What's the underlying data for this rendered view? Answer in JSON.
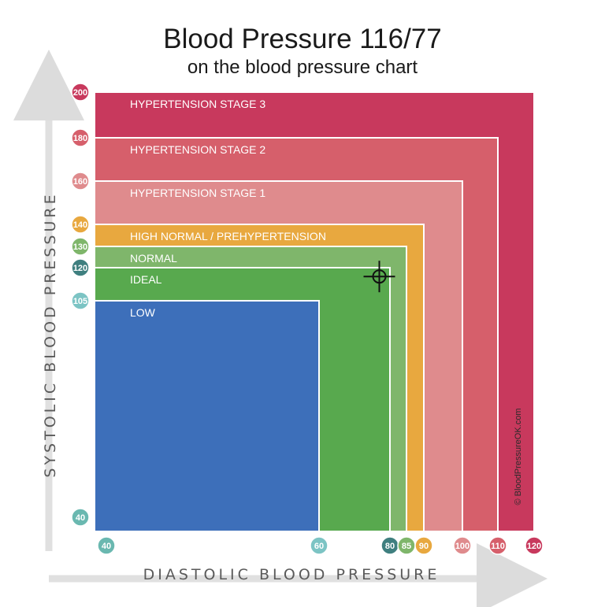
{
  "chart_data": {
    "type": "heatmap",
    "title": "Blood Pressure 116/77",
    "subtitle": "on the blood pressure chart",
    "xlabel": "DIASTOLIC BLOOD PRESSURE",
    "ylabel": "SYSTOLIC BLOOD PRESSURE",
    "credit": "© BloodPressureOK.com",
    "zones": [
      {
        "name": "HYPERTENSION STAGE 3",
        "systolic_max": 200,
        "diastolic_max": 120,
        "color": "#c8395d"
      },
      {
        "name": "HYPERTENSION STAGE 2",
        "systolic_max": 180,
        "diastolic_max": 110,
        "color": "#d65f6b"
      },
      {
        "name": "HYPERTENSION STAGE 1",
        "systolic_max": 160,
        "diastolic_max": 100,
        "color": "#df8b8d"
      },
      {
        "name": "HIGH NORMAL / PREHYPERTENSION",
        "systolic_max": 140,
        "diastolic_max": 90,
        "color": "#e8a83f"
      },
      {
        "name": "NORMAL",
        "systolic_max": 130,
        "diastolic_max": 85,
        "color": "#7fb66b"
      },
      {
        "name": "IDEAL",
        "systolic_max": 120,
        "diastolic_max": 80,
        "color": "#58a94e"
      },
      {
        "name": "LOW",
        "systolic_max": 105,
        "diastolic_max": 60,
        "color": "#3d6fba"
      }
    ],
    "y_ticks": [
      {
        "label": "200",
        "color": "#c8395d"
      },
      {
        "label": "180",
        "color": "#d65f6b"
      },
      {
        "label": "160",
        "color": "#df8b8d"
      },
      {
        "label": "140",
        "color": "#e8a83f"
      },
      {
        "label": "130",
        "color": "#7fb66b"
      },
      {
        "label": "120",
        "color": "#3f7f7f"
      },
      {
        "label": "105",
        "color": "#7cc4c4"
      },
      {
        "label": "40",
        "color": "#6ab8b0"
      }
    ],
    "x_ticks": [
      {
        "label": "40",
        "color": "#6ab8b0"
      },
      {
        "label": "60",
        "color": "#7cc4c4"
      },
      {
        "label": "80",
        "color": "#3f7f7f"
      },
      {
        "label": "85",
        "color": "#7fb66b"
      },
      {
        "label": "90",
        "color": "#e8a83f"
      },
      {
        "label": "100",
        "color": "#df8b8d"
      },
      {
        "label": "110",
        "color": "#d65f6b"
      },
      {
        "label": "120",
        "color": "#c8395d"
      }
    ],
    "marker": {
      "systolic": 116,
      "diastolic": 77
    }
  }
}
